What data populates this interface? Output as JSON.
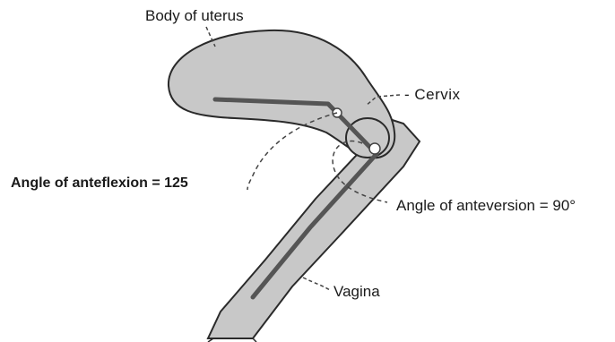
{
  "labels": {
    "body_of_uterus": "Body of uterus",
    "cervix": "- Cervix",
    "angle_of_anteflexion": "Angle of anteflexion = 125",
    "angle_of_anteversion": "Angle of anteversion = 90°",
    "vagina": "Vagina"
  },
  "colors": {
    "organ_fill": "#c8c8c8",
    "outline": "#2a2a2a",
    "axis_line": "#555555",
    "leader_line": "#444444"
  }
}
